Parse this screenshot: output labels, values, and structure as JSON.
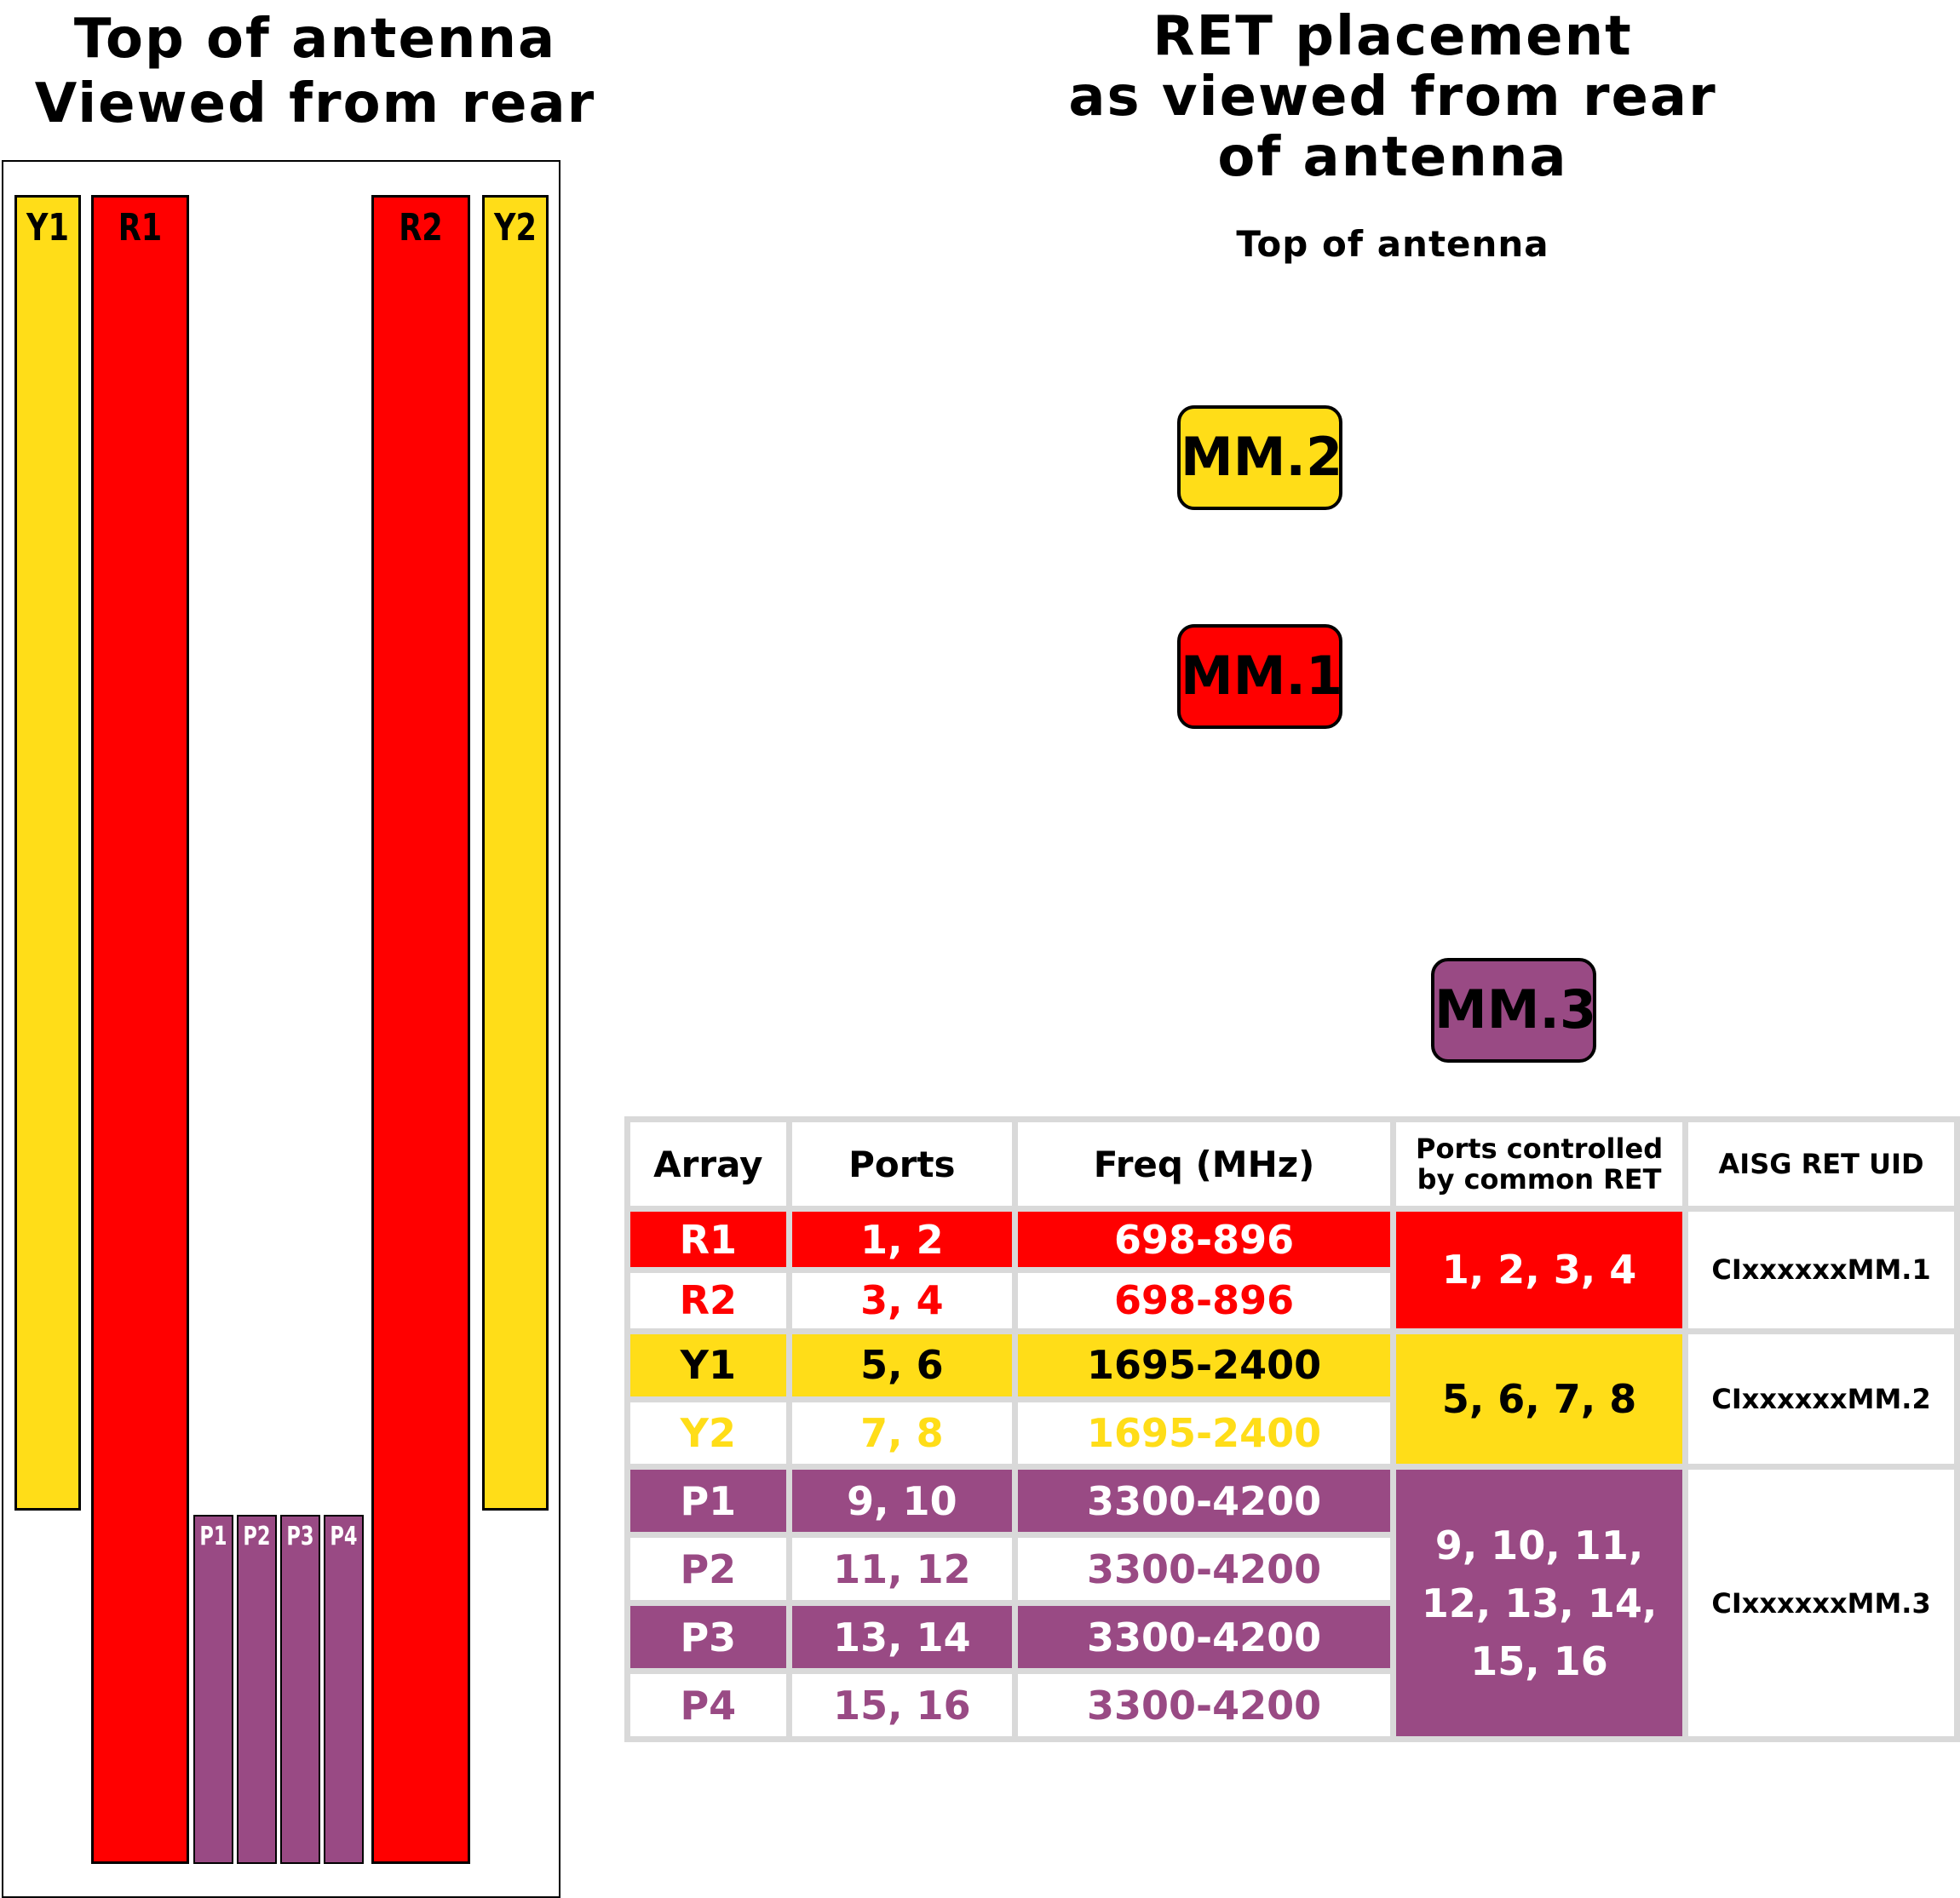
{
  "left_title": [
    "Top of antenna",
    "Viewed from rear"
  ],
  "right_title": [
    "RET placement",
    "as viewed from rear",
    "of antenna"
  ],
  "right_subtitle": "Top of antenna",
  "colors": {
    "red": "#ff0000",
    "yellow": "#ffdd18",
    "purple": "#994a84",
    "table_border": "#d9d9d9"
  },
  "strips": {
    "y1": "Y1",
    "r1": "R1",
    "r2": "R2",
    "y2": "Y2",
    "p1": "P1",
    "p2": "P2",
    "p3": "P3",
    "p4": "P4"
  },
  "ret_units": {
    "mm2": "MM.2",
    "mm1": "MM.1",
    "mm3": "MM.3"
  },
  "table": {
    "headers": {
      "array": "Array",
      "ports": "Ports",
      "freq": "Freq (MHz)",
      "common": [
        "Ports controlled",
        "by common RET"
      ],
      "uid": "AISG RET UID"
    },
    "rows": [
      {
        "array": "R1",
        "ports": "1, 2",
        "freq": "698-896"
      },
      {
        "array": "R2",
        "ports": "3, 4",
        "freq": "698-896"
      },
      {
        "array": "Y1",
        "ports": "5, 6",
        "freq": "1695-2400"
      },
      {
        "array": "Y2",
        "ports": "7, 8",
        "freq": "1695-2400"
      },
      {
        "array": "P1",
        "ports": "9, 10",
        "freq": "3300-4200"
      },
      {
        "array": "P2",
        "ports": "11, 12",
        "freq": "3300-4200"
      },
      {
        "array": "P3",
        "ports": "13, 14",
        "freq": "3300-4200"
      },
      {
        "array": "P4",
        "ports": "15, 16",
        "freq": "3300-4200"
      }
    ],
    "groups": [
      {
        "common": [
          "1, 2, 3, 4"
        ],
        "uid": "CIxxxxxxMM.1"
      },
      {
        "common": [
          "5, 6, 7, 8"
        ],
        "uid": "CIxxxxxxMM.2"
      },
      {
        "common": [
          "9, 10, 11,",
          "12, 13, 14,",
          "15, 16"
        ],
        "uid": "CIxxxxxxMM.3"
      }
    ]
  }
}
